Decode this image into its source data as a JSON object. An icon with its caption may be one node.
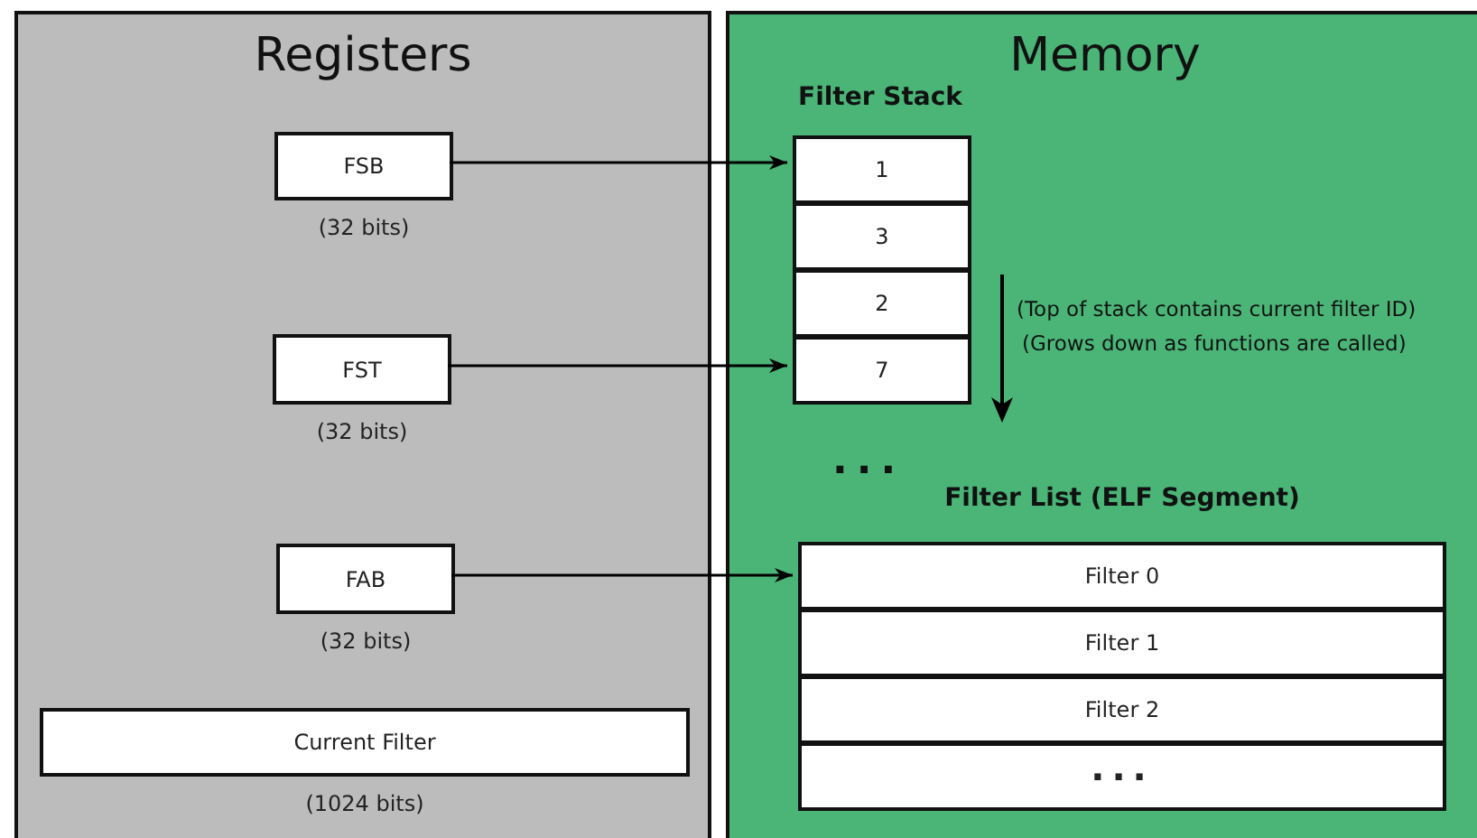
{
  "diagram": {
    "nodes": [
      {
        "text": [
          "Registers"
        ]
      },
      {
        "text": [
          "FSB"
        ],
        "in": 0,
        "beside": [
          "(32 bits)"
        ]
      },
      {
        "text": [
          "FST"
        ],
        "in": 0,
        "beside": [
          "(32 bits)"
        ]
      },
      {
        "text": [
          "FAB"
        ],
        "in": 0,
        "beside": [
          "(32 bits)"
        ]
      },
      {
        "text": [
          "Current Filter"
        ],
        "in": 0,
        "beside": [
          "(1024 bits)"
        ]
      },
      {
        "text": [
          "Memory"
        ]
      },
      {
        "text": [
          "Filter Stack"
        ],
        "in": 5
      },
      {
        "text": [
          "1"
        ],
        "in": 6
      },
      {
        "text": [
          "3"
        ],
        "in": 6
      },
      {
        "text": [
          "2"
        ],
        "in": 6
      },
      {
        "text": [
          "7"
        ],
        "in": 6
      },
      {
        "text": [
          "Filter List (ELF Segment)"
        ],
        "in": 5
      },
      {
        "text": [
          "Filter 0"
        ],
        "in": 11
      },
      {
        "text": [
          "Filter 1"
        ],
        "in": 11
      },
      {
        "text": [
          "Filter 2"
        ],
        "in": 11
      },
      {
        "text": [
          "..."
        ],
        "in": 11
      }
    ],
    "edges": [
      {
        "from": 1,
        "to": 7,
        "arrow": "to"
      },
      {
        "from": 2,
        "to": 10,
        "arrow": "to"
      },
      {
        "from": 3,
        "to": 12,
        "arrow": "to"
      }
    ],
    "labels": [
      "(Top of stack contains current filter ID)",
      "(Grows down as functions are called)",
      "..."
    ]
  }
}
